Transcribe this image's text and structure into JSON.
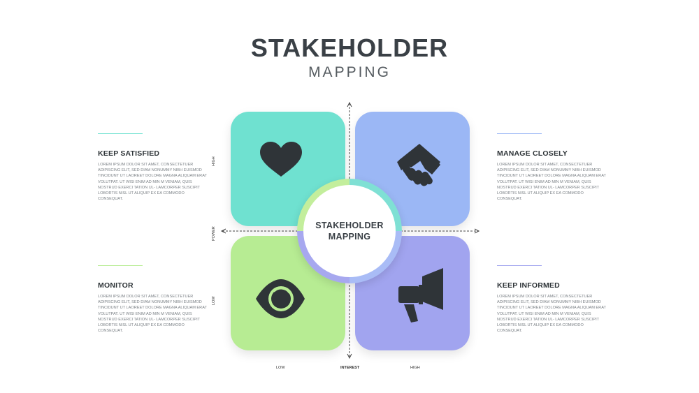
{
  "header": {
    "title": "STAKEHOLDER",
    "subtitle": "MAPPING"
  },
  "center": {
    "line1": "STAKEHOLDER",
    "line2": "MAPPING"
  },
  "axes": {
    "y_title": "POWER",
    "y_high": "HIGH",
    "y_low": "LOW",
    "x_title": "INTEREST",
    "x_low": "LOW",
    "x_high": "HIGH"
  },
  "quadrants": {
    "keep_satisfied": {
      "title": "KEEP SATISFIED",
      "body": "LOREM IPSUM DOLOR SIT AMET, CONSECTETUER ADIPISCING ELIT, SED DIAM NONUMMY NIBH EUISMOD TINCIDUNT UT LAOREET DOLORE MAGNA ALIQUAM ERAT VOLUTPAT. UT WISI ENIM AD MIN M VENIAM, QUIS NOSTRUD EXERCI TATION UL- LAMCORPER SUSCIPIT LOBORTIS NISL UT ALIQUIP EX EA COMMODO CONSEQUAT.",
      "icon": "heart-icon",
      "color": "#6fe1d0"
    },
    "manage_closely": {
      "title": "MANAGE CLOSELY",
      "body": "LOREM IPSUM DOLOR SIT AMET, CONSECTETUER ADIPISCING ELIT, SED DIAM NONUMMY NIBH EUISMOD TINCIDUNT UT LAOREET DOLORE MAGNA ALIQUAM ERAT VOLUTPAT. UT WISI ENIM AD MIN M VENIAM, QUIS NOSTRUD EXERCI TATION UL- LAMCORPER SUSCIPIT LOBORTIS NISL UT ALIQUIP EX EA COMMODO CONSEQUAT.",
      "icon": "handshake-icon",
      "color": "#9bb7f5"
    },
    "monitor": {
      "title": "MONITOR",
      "body": "LOREM IPSUM DOLOR SIT AMET, CONSECTETUER ADIPISCING ELIT, SED DIAM NONUMMY NIBH EUISMOD TINCIDUNT UT LAOREET DOLORE MAGNA ALIQUAM ERAT VOLUTPAT. UT WISI ENIM AD MIN M VENIAM, QUIS NOSTRUD EXERCI TATION UL- LAMCORPER SUSCIPIT LOBORTIS NISL UT ALIQUIP EX EA COMMODO CONSEQUAT.",
      "icon": "eye-icon",
      "color": "#b7ec93"
    },
    "keep_informed": {
      "title": "KEEP INFORMED",
      "body": "LOREM IPSUM DOLOR SIT AMET, CONSECTETUER ADIPISCING ELIT, SED DIAM NONUMMY NIBH EUISMOD TINCIDUNT UT LAOREET DOLORE MAGNA ALIQUAM ERAT VOLUTPAT. UT WISI ENIM AD MIN M VENIAM, QUIS NOSTRUD EXERCI TATION UL- LAMCORPER SUSCIPIT LOBORTIS NISL UT ALIQUIP EX EA COMMODO CONSEQUAT.",
      "icon": "megaphone-icon",
      "color": "#a1a4ef"
    }
  },
  "colors": {
    "text_dark": "#3a4046",
    "body_text": "#7b8186",
    "axis": "#444444"
  }
}
